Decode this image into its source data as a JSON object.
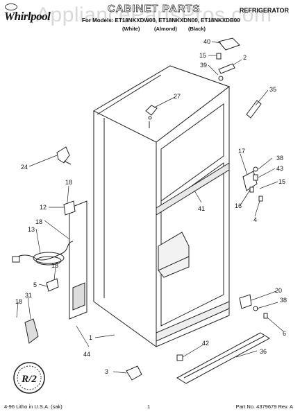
{
  "header": {
    "brand": "Whirlpool",
    "title": "CABINET PARTS",
    "category": "REFRIGERATOR",
    "model_line": "For Models: ET18NKXDW00, ET18NKXDN00, ET18NKXDB00",
    "colors": {
      "white": "(White)",
      "almond": "(Almond)",
      "black": "(Black)"
    },
    "watermark": "AppliancePartsPros.com"
  },
  "diagram": {
    "callouts": [
      {
        "id": "40",
        "label": "40"
      },
      {
        "id": "15a",
        "label": "15"
      },
      {
        "id": "2",
        "label": "2"
      },
      {
        "id": "39",
        "label": "39"
      },
      {
        "id": "35",
        "label": "35"
      },
      {
        "id": "27",
        "label": "27"
      },
      {
        "id": "17",
        "label": "17"
      },
      {
        "id": "38a",
        "label": "38"
      },
      {
        "id": "43",
        "label": "43"
      },
      {
        "id": "15b",
        "label": "15"
      },
      {
        "id": "24",
        "label": "24"
      },
      {
        "id": "18a",
        "label": "18"
      },
      {
        "id": "12",
        "label": "12"
      },
      {
        "id": "41",
        "label": "41"
      },
      {
        "id": "16",
        "label": "16"
      },
      {
        "id": "4",
        "label": "4"
      },
      {
        "id": "18b",
        "label": "18"
      },
      {
        "id": "13",
        "label": "13"
      },
      {
        "id": "18c",
        "label": "18"
      },
      {
        "id": "5",
        "label": "5"
      },
      {
        "id": "20",
        "label": "20"
      },
      {
        "id": "38b",
        "label": "38"
      },
      {
        "id": "18d",
        "label": "18"
      },
      {
        "id": "31",
        "label": "31"
      },
      {
        "id": "6",
        "label": "6"
      },
      {
        "id": "1",
        "label": "1"
      },
      {
        "id": "44",
        "label": "44"
      },
      {
        "id": "42",
        "label": "42"
      },
      {
        "id": "36",
        "label": "36"
      },
      {
        "id": "3",
        "label": "3"
      }
    ],
    "seal_text": "R/2"
  },
  "footer": {
    "left": "4-96 Litho in U.S.A. (sak)",
    "page": "1",
    "right": "Part No. 4379679 Rev. A"
  }
}
